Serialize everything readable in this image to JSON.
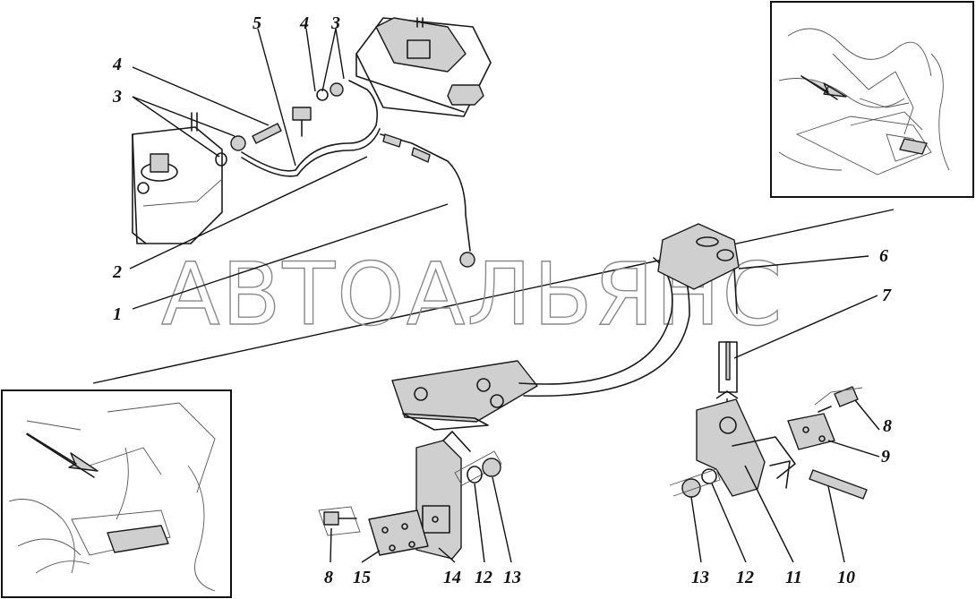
{
  "watermark": "АВТОАЛЬЯНС",
  "callouts": {
    "c1": "1",
    "c2": "2",
    "c3a": "3",
    "c3b": "3",
    "c4a": "4",
    "c4b": "4",
    "c5": "5",
    "c6": "6",
    "c7": "7",
    "c8a": "8",
    "c8b": "8",
    "c9": "9",
    "c10": "10",
    "c11": "11",
    "c12a": "12",
    "c12b": "12",
    "c13a": "13",
    "c13b": "13",
    "c14": "14",
    "c15": "15"
  },
  "colors": {
    "ink": "#1a1a1a",
    "shade": "#cfcfcf",
    "watermark": "#8a8a8a"
  }
}
